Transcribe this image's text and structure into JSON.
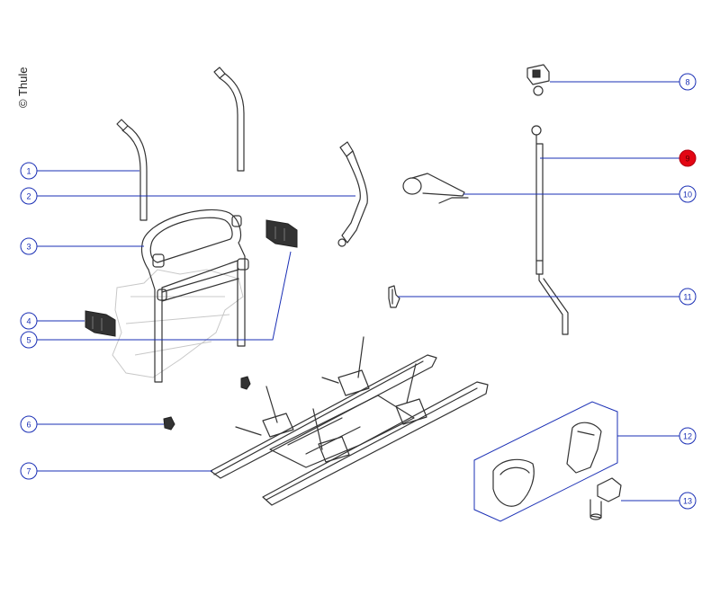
{
  "copyright": "© Thule",
  "active_color": "#e30613",
  "leader_color": "#1a2fb5",
  "callouts": [
    {
      "label": "1",
      "active": false
    },
    {
      "label": "2",
      "active": false
    },
    {
      "label": "3",
      "active": false
    },
    {
      "label": "4",
      "active": false
    },
    {
      "label": "5",
      "active": false
    },
    {
      "label": "6",
      "active": false
    },
    {
      "label": "7",
      "active": false
    },
    {
      "label": "8",
      "active": false
    },
    {
      "label": "9",
      "active": true
    },
    {
      "label": "10",
      "active": false
    },
    {
      "label": "11",
      "active": false
    },
    {
      "label": "12",
      "active": false
    },
    {
      "label": "13",
      "active": false
    }
  ]
}
